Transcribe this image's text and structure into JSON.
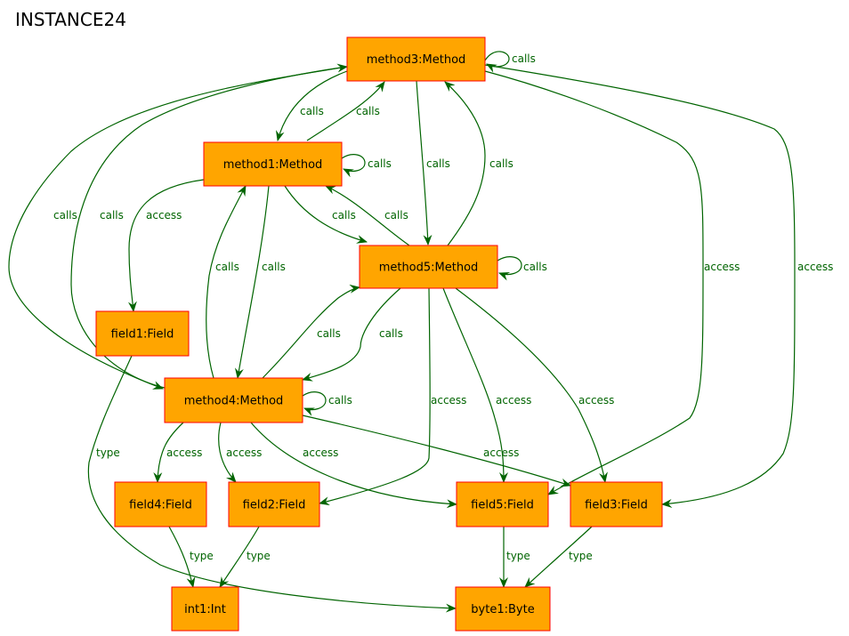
{
  "title": "INSTANCE24",
  "colors": {
    "node_fill": "#ffa500",
    "node_stroke": "#ff0000",
    "edge": "#006400"
  },
  "nodes": [
    {
      "id": "m3",
      "label": "method3:Method"
    },
    {
      "id": "m1",
      "label": "method1:Method"
    },
    {
      "id": "m5",
      "label": "method5:Method"
    },
    {
      "id": "f1",
      "label": "field1:Field"
    },
    {
      "id": "m4",
      "label": "method4:Method"
    },
    {
      "id": "f4",
      "label": "field4:Field"
    },
    {
      "id": "f2",
      "label": "field2:Field"
    },
    {
      "id": "f5",
      "label": "field5:Field"
    },
    {
      "id": "f3",
      "label": "field3:Field"
    },
    {
      "id": "i1",
      "label": "int1:Int"
    },
    {
      "id": "b1",
      "label": "byte1:Byte"
    }
  ],
  "edges": [
    {
      "id": "e1",
      "from": "m3",
      "to": "m3",
      "label": "calls"
    },
    {
      "id": "e2",
      "from": "m3",
      "to": "m1",
      "label": "calls"
    },
    {
      "id": "e3",
      "from": "m1",
      "to": "m3",
      "label": "calls"
    },
    {
      "id": "e4",
      "from": "m1",
      "to": "m1",
      "label": "calls"
    },
    {
      "id": "e5",
      "from": "m3",
      "to": "m5",
      "label": "calls"
    },
    {
      "id": "e6",
      "from": "m5",
      "to": "m3",
      "label": "calls"
    },
    {
      "id": "e7",
      "from": "m3",
      "to": "m4",
      "label": "calls"
    },
    {
      "id": "e8",
      "from": "m4",
      "to": "m3",
      "label": "calls"
    },
    {
      "id": "e9",
      "from": "m1",
      "to": "f1",
      "label": "access"
    },
    {
      "id": "e10",
      "from": "m1",
      "to": "m5",
      "label": "calls"
    },
    {
      "id": "e11",
      "from": "m5",
      "to": "m1",
      "label": "calls"
    },
    {
      "id": "e12",
      "from": "m1",
      "to": "m4",
      "label": "calls"
    },
    {
      "id": "e13",
      "from": "m4",
      "to": "m1",
      "label": "calls"
    },
    {
      "id": "e14",
      "from": "m5",
      "to": "m5",
      "label": "calls"
    },
    {
      "id": "e15",
      "from": "m3",
      "to": "f5",
      "label": "access"
    },
    {
      "id": "e16",
      "from": "m3",
      "to": "f3",
      "label": "access"
    },
    {
      "id": "e17",
      "from": "m4",
      "to": "m5",
      "label": "calls"
    },
    {
      "id": "e18",
      "from": "m5",
      "to": "m4",
      "label": "calls"
    },
    {
      "id": "e19",
      "from": "m4",
      "to": "m4",
      "label": "calls"
    },
    {
      "id": "e20",
      "from": "m5",
      "to": "f2",
      "label": "access"
    },
    {
      "id": "e21",
      "from": "m5",
      "to": "f5",
      "label": "access"
    },
    {
      "id": "e22",
      "from": "m5",
      "to": "f3",
      "label": "access"
    },
    {
      "id": "e23",
      "from": "f1",
      "to": "b1",
      "label": "type"
    },
    {
      "id": "e24",
      "from": "m4",
      "to": "f4",
      "label": "access"
    },
    {
      "id": "e25",
      "from": "m4",
      "to": "f2",
      "label": "access"
    },
    {
      "id": "e26",
      "from": "m4",
      "to": "f5",
      "label": "access"
    },
    {
      "id": "e27",
      "from": "m4",
      "to": "f3",
      "label": "access"
    },
    {
      "id": "e28",
      "from": "f4",
      "to": "i1",
      "label": "type"
    },
    {
      "id": "e29",
      "from": "f2",
      "to": "i1",
      "label": "type"
    },
    {
      "id": "e30",
      "from": "f5",
      "to": "b1",
      "label": "type"
    },
    {
      "id": "e31",
      "from": "f3",
      "to": "b1",
      "label": "type"
    }
  ]
}
